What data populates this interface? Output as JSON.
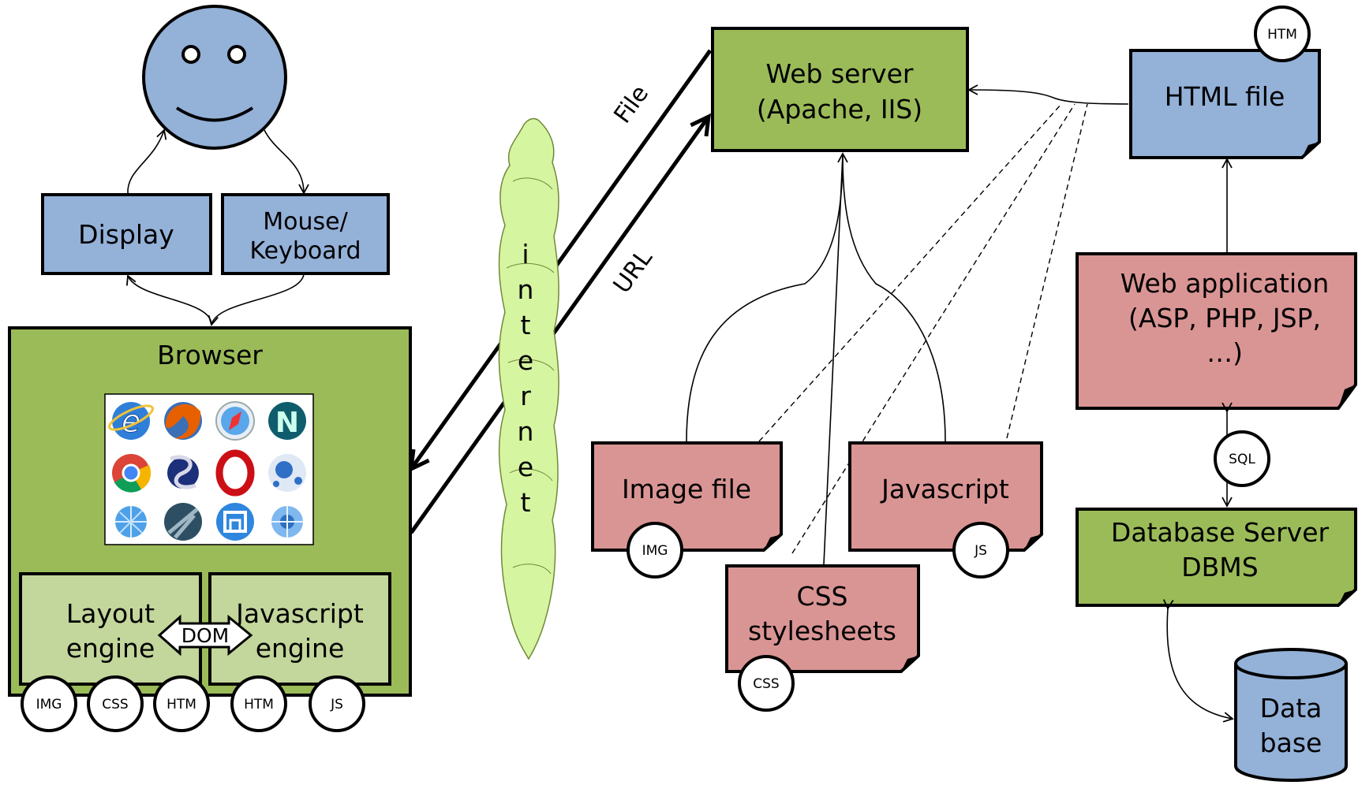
{
  "user": {
    "icon": "smiley-face-user-icon"
  },
  "display": {
    "label": "Display"
  },
  "input": {
    "line1": "Mouse/",
    "line2": "Keyboard"
  },
  "browser": {
    "title": "Browser",
    "logos": [
      "internet-explorer-icon",
      "firefox-icon",
      "safari-icon",
      "netscape-icon",
      "chrome-icon",
      "seamonkey-icon",
      "opera-icon",
      "konqueror-icon",
      "globe-browser-icon",
      "kmeleon-icon",
      "maxthon-icon",
      "flock-icon"
    ],
    "layout_engine": {
      "line1": "Layout",
      "line2": "engine"
    },
    "js_engine": {
      "line1": "Javascript",
      "line2": "engine"
    },
    "dom_label": "DOM",
    "badges": [
      "IMG",
      "CSS",
      "HTM",
      "HTM",
      "JS"
    ]
  },
  "internet": {
    "letters": [
      "i",
      "n",
      "t",
      "e",
      "r",
      "n",
      "e",
      "t"
    ]
  },
  "arrows": {
    "file": "File",
    "url": "URL"
  },
  "web_server": {
    "line1": "Web server",
    "line2": "(Apache, IIS)"
  },
  "image_file": {
    "label": "Image file",
    "badge": "IMG"
  },
  "javascript_file": {
    "label": "Javascript",
    "badge": "JS"
  },
  "css_file": {
    "line1": "CSS",
    "line2": "stylesheets",
    "badge": "CSS"
  },
  "html_file": {
    "label": "HTML file",
    "badge": "HTM"
  },
  "web_app": {
    "line1": "Web application",
    "line2": "(ASP, PHP, JSP,",
    "line3": "…)"
  },
  "sql": {
    "badge": "SQL"
  },
  "db_server": {
    "line1": "Database Server",
    "line2": "DBMS"
  },
  "database": {
    "line1": "Data",
    "line2": "base"
  },
  "colors": {
    "blue": "#94b1d8",
    "green": "#9bbb59",
    "light_green": "#c3d69b",
    "red": "#d99594",
    "cloud": "#d6f5a0"
  }
}
